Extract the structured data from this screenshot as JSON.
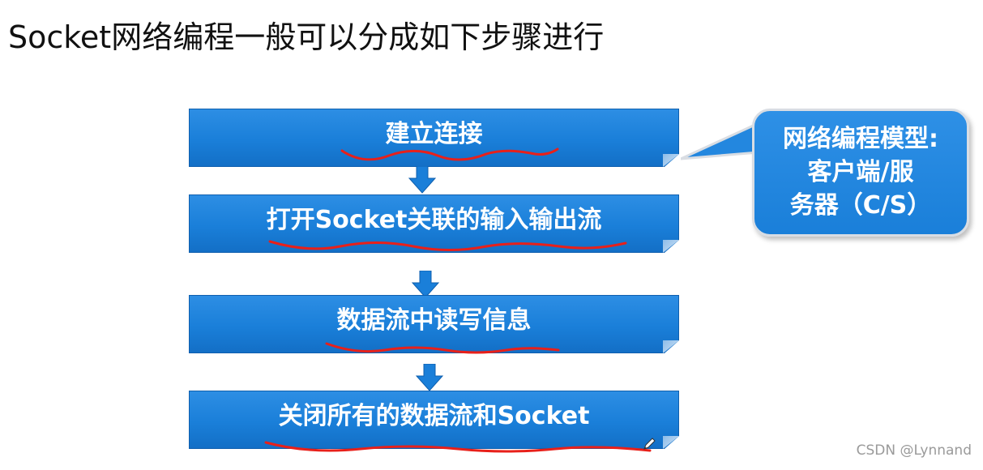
{
  "title": "Socket网络编程一般可以分成如下步骤进行",
  "steps": [
    {
      "label": "建立连接"
    },
    {
      "label": "打开Socket关联的输入输出流"
    },
    {
      "label": "数据流中读写信息"
    },
    {
      "label": "关闭所有的数据流和Socket"
    }
  ],
  "callout": {
    "lines": [
      "网络编程模型:",
      "客户端/服",
      "务器（C/S）"
    ]
  },
  "watermark": "CSDN @Lynnand",
  "colors": {
    "box_fill": "#1a7fd9",
    "box_text": "#ffffff",
    "underline": "#e8201a",
    "title_text": "#111111",
    "watermark": "#9a9a9a"
  }
}
